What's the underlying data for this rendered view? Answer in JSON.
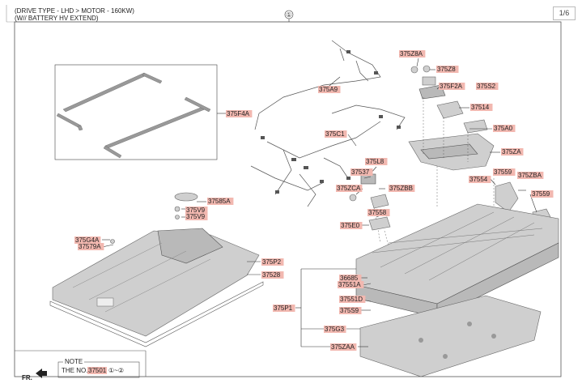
{
  "header": {
    "line1": "(DRIVE TYPE - LHD > MOTOR - 160KW)",
    "line2": "(W// BATTERY HV EXTEND)",
    "page": "1/6",
    "circle_marker": "①"
  },
  "note": {
    "title": "NOTE",
    "text_prefix": "THE NO.",
    "part_no": "37501",
    "range": "①~②"
  },
  "front_label": "FR.",
  "callouts": [
    {
      "id": "375Z8A",
      "hl": true
    },
    {
      "id": "375Z8",
      "hl": true
    },
    {
      "id": "375F2A",
      "hl": true
    },
    {
      "id": "375S2",
      "hl": true
    },
    {
      "id": "37514",
      "hl": true
    },
    {
      "id": "375A0",
      "hl": true
    },
    {
      "id": "375ZA",
      "hl": true
    },
    {
      "id": "37554",
      "hl": true
    },
    {
      "id": "37559",
      "hl": true
    },
    {
      "id": "375ZBA",
      "hl": true
    },
    {
      "id": "37559b",
      "text": "37559",
      "hl": true
    },
    {
      "id": "375A9",
      "hl": true
    },
    {
      "id": "375F4A",
      "hl": true
    },
    {
      "id": "375C1",
      "hl": true
    },
    {
      "id": "375L8",
      "hl": true
    },
    {
      "id": "37537",
      "hl": true
    },
    {
      "id": "375ZCA",
      "hl": true
    },
    {
      "id": "375ZBB",
      "hl": true
    },
    {
      "id": "37558",
      "hl": true
    },
    {
      "id": "375E0",
      "hl": true
    },
    {
      "id": "37585A",
      "hl": true
    },
    {
      "id": "375V9a",
      "text": "375V9",
      "hl": true
    },
    {
      "id": "375V9b",
      "text": "375V9",
      "hl": true
    },
    {
      "id": "375G4A",
      "hl": true
    },
    {
      "id": "37579A",
      "hl": true
    },
    {
      "id": "375P2",
      "hl": true
    },
    {
      "id": "37528",
      "hl": true
    },
    {
      "id": "36685",
      "hl": true
    },
    {
      "id": "37551A",
      "hl": true
    },
    {
      "id": "375P1",
      "hl": true
    },
    {
      "id": "37551D",
      "hl": true
    },
    {
      "id": "375S9",
      "hl": true
    },
    {
      "id": "375G3",
      "hl": true
    },
    {
      "id": "375ZAA",
      "hl": true
    }
  ]
}
